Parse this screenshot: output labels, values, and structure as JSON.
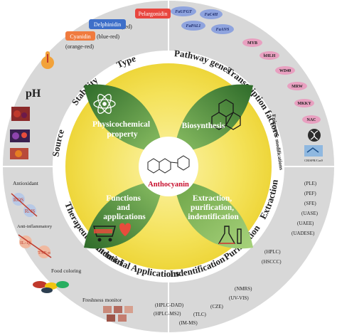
{
  "center": {
    "title": "Anthocyanin"
  },
  "petals": {
    "physicochemical": "Physicochemical property",
    "biosynthesis": "Biosynthesis",
    "functions": "Functions and applications",
    "extraction": "Extraction, purification, indentification"
  },
  "ring_sections": {
    "type": "Type",
    "stability": "Stability",
    "ph": "pH",
    "source": "Source",
    "therapeutic": "Therapeutic Potential",
    "industrial": "Industrial Applications",
    "indentification": "Indentification",
    "purification": "Purification",
    "extraction": "Extraction",
    "epigenetic": "Epigenetic modifications",
    "transcription": "Transcription factors",
    "pathway": "Pathway genes"
  },
  "type_badges": [
    {
      "label": "Pelargonidin",
      "color": "#e8463f",
      "note": "(red)"
    },
    {
      "label": "Delphinidin",
      "color": "#3e6fc9",
      "note": "(blue-red)"
    },
    {
      "label": "Cyanidin",
      "color": "#f07b3f",
      "note": "(orange-red)"
    }
  ],
  "pathway_genes": [
    "FaUFGT",
    "FaC4H",
    "FaPAL1",
    "FaANS"
  ],
  "transcription_factors": [
    "MYB",
    "bHLH",
    "WD40",
    "MRW",
    "MKKY",
    "NAC"
  ],
  "epigenetic_label": "CRISPR/Cas9",
  "extraction_methods": [
    "(PLE)",
    "(PEF)",
    "(SFE)",
    "(UASE)",
    "(UAEE)",
    "(UADESE)"
  ],
  "purification_methods": [
    "(HPLC)",
    "(HSCCC)"
  ],
  "identification_methods": [
    "(NMRS)",
    "(UV-VIS)",
    "(CZE)",
    "(TLC)",
    "(HPLC-DAD)",
    "(HPLC-MS2)",
    "(IM-MS)"
  ],
  "therapeutic": {
    "antioxidant": "Antioxidant",
    "ros": "ROS",
    "rns": "RNS",
    "anti_inflammatory": "Anti-inflammatory",
    "il": "IL-1β",
    "tnf": "TNF-α"
  },
  "industrial": {
    "food_coloring": "Food coloring",
    "freshness": "Freshness monitor"
  },
  "colors": {
    "outer_ring": "#d9d9d9",
    "inner_circle": "#f4e35a",
    "petal_dark": "#3f7d35",
    "petal_light": "#a5d078",
    "accent_red": "#c8102e"
  }
}
